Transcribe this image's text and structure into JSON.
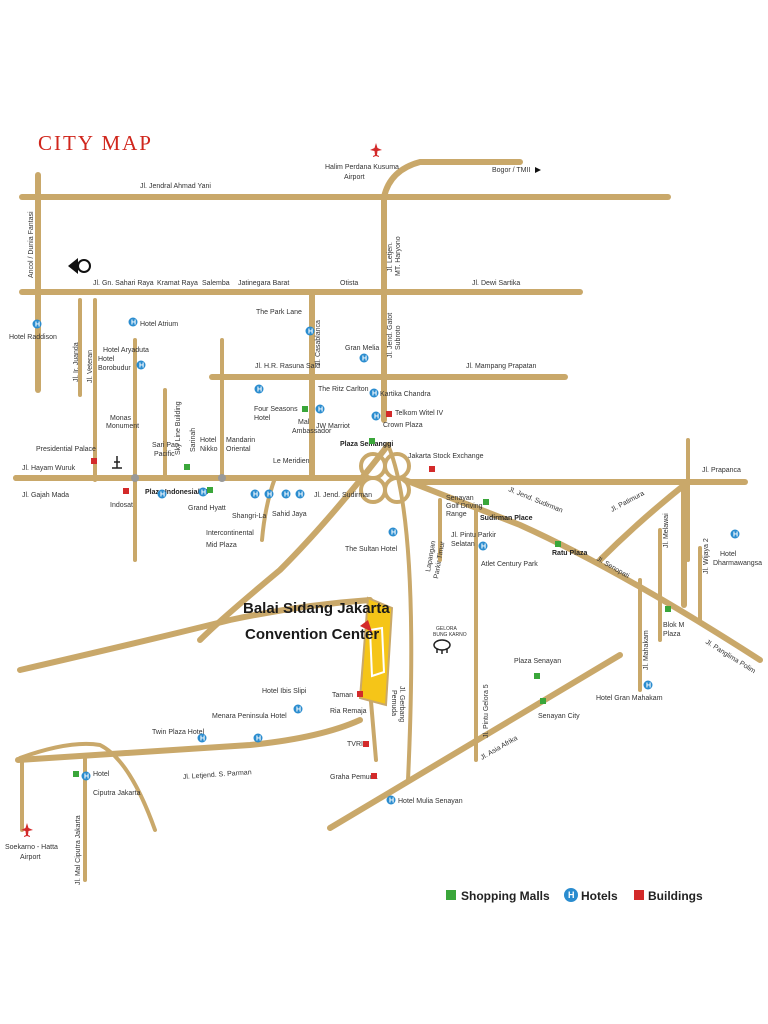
{
  "title": "CITY MAP",
  "venue": {
    "line1": "Balai Sidang Jakarta",
    "line2": "Convention Center",
    "color": "#f5c518"
  },
  "colors": {
    "road": "#c9a86a",
    "hotel": "#2a8ccf",
    "mall": "#3aa63a",
    "building": "#d32a2a",
    "title": "#d0261c"
  },
  "airports": {
    "halim": [
      "Halim Perdana Kusuma",
      "Airport"
    ],
    "soekarno": [
      "Soekarno - Hatta",
      "Airport"
    ]
  },
  "roads": {
    "ahmad_yani": "Jl. Jendral Ahmad Yani",
    "bogor": "Bogor / TMII",
    "ancol": "Ancol / Dunia Fantasi",
    "gn_sahari": "Jl. Gn. Sahari Raya",
    "kramat": "Kramat Raya",
    "salemba": "Salemba",
    "jatinegara": "Jatinegara Barat",
    "otista": "Otista",
    "dewi_sartika": "Jl. Dewi Sartika",
    "letjen_haryono": [
      "Jl. Letjen.",
      "MT. Haryono"
    ],
    "gatot_subroto": [
      "Jl. Jend. Gatot",
      "Subroto"
    ],
    "mampang": "Jl. Mampang Prapatan",
    "rasuna_said": "Jl. H.R. Rasuna Said",
    "casablanca": "Jl. Casablanca",
    "ir_juanda": "Jl. Ir. Juanda",
    "veteran": "Jl. Veteran",
    "hayam_wuruk": "Jl. Hayam Wuruk",
    "gajah_mada": "Jl. Gajah Mada",
    "sudirman": "Jl. Jend. Sudirman",
    "sudirman_east": "Jl. Jend. Sudirman",
    "prapanca": "Jl. Prapanca",
    "patimura": "Jl. Patimura",
    "senopati": "Jl. Senopati",
    "wijaya": "Jl. Wijaya 2",
    "melawai": "Jl. Melawai",
    "mahakam": "Jl. Mahakam",
    "panglima_polim": "Jl. Panglima Polim",
    "pintu_gelora": "Jl. Pintu Gelora 5",
    "asia_afrika": "Jl. Asia Afrika",
    "gelora": [
      "Jl. Gerbang",
      "Pemuda"
    ],
    "pintu_parkir": [
      "Jl. Pintu Parkir",
      "Selatan"
    ],
    "lingkar": [
      "Lapangan",
      "Parkir Timur"
    ],
    "parman": "Jl. Letjend. S. Parman",
    "ciputra": "Jl. Mal Ciputra Jakarta",
    "skyline_bldg": "Sky Line Building",
    "sarinah": "Sarinah"
  },
  "places": {
    "hotel_atrium": "Hotel Atrium",
    "hotel_aryaduta": "Hotel Aryaduta",
    "hotel_borobudur": [
      "Hotel",
      "Borobudur"
    ],
    "hotel_raddison": "Hotel Raddison",
    "monas": [
      "Monas",
      "Monument"
    ],
    "presidential_palace": "Presidential Palace",
    "indosat": "Indosat",
    "plaza_indonesia": "Plaza Indonesia/eX",
    "grand_hyatt": "Grand Hyatt",
    "sari_pan_pacific": [
      "Sari Pan",
      "Pacific"
    ],
    "hotel_nikko": [
      "Hotel",
      "Nikko"
    ],
    "mandarin": [
      "Mandarin",
      "Oriental"
    ],
    "park_lane": "The Park Lane",
    "gran_melia": "Gran Melia",
    "ritz_carlton": "The Ritz Carlton",
    "kartika_chandra": "Kartika Chandra",
    "telkom": "Telkom Witel IV",
    "crown_plaza": "Crown Plaza",
    "four_seasons": [
      "Four Seasons",
      "Hotel"
    ],
    "mal_ambassador": [
      "Mal",
      "Ambassador"
    ],
    "jw_marriot": "JW Marriot",
    "plaza_semanggi": "Plaza Semanggi",
    "jakarta_stock": "Jakarta Stock Exchange",
    "le_meridien": "Le Meridien",
    "shangri_la": "Shangri-La",
    "sahid_jaya": "Sahid Jaya",
    "intercontinental": [
      "Intercontinental",
      "Mid Plaza"
    ],
    "sultan_hotel": "The Sultan Hotel",
    "golf_range": [
      "Senayan",
      "Golf Driving",
      "Range"
    ],
    "sudirman_place": "Sudirman Place",
    "ratu_plaza": "Ratu Plaza",
    "atlet_century": "Atlet Century Park",
    "hotel_dharmawangsa": [
      "Hotel",
      "Dharmawangsa"
    ],
    "blok_m": [
      "Blok M",
      "Plaza"
    ],
    "gran_mahakam": "Hotel Gran Mahakam",
    "gelora_bung_karno": [
      "GELORA",
      "BUNG KARNO"
    ],
    "plaza_senayan": "Plaza Senayan",
    "senayan_city": "Senayan City",
    "hotel_ibis": "Hotel Ibis Slipi",
    "taman_ria": [
      "Taman",
      "Ria Remaja"
    ],
    "menara_peninsula": "Menara Peninsula Hotel",
    "twin_plaza": "Twin Plaza Hotel",
    "tvri": "TVRI",
    "graha_pemuda": "Graha Pemuda",
    "hotel_mulia": "Hotel Mulia Senayan",
    "hotel_ciputra": [
      "Hotel",
      "Ciputra Jakarta"
    ]
  },
  "legend": {
    "malls": "Shopping Malls",
    "hotels": "Hotels",
    "buildings": "Buildings",
    "hotel_glyph": "H"
  }
}
